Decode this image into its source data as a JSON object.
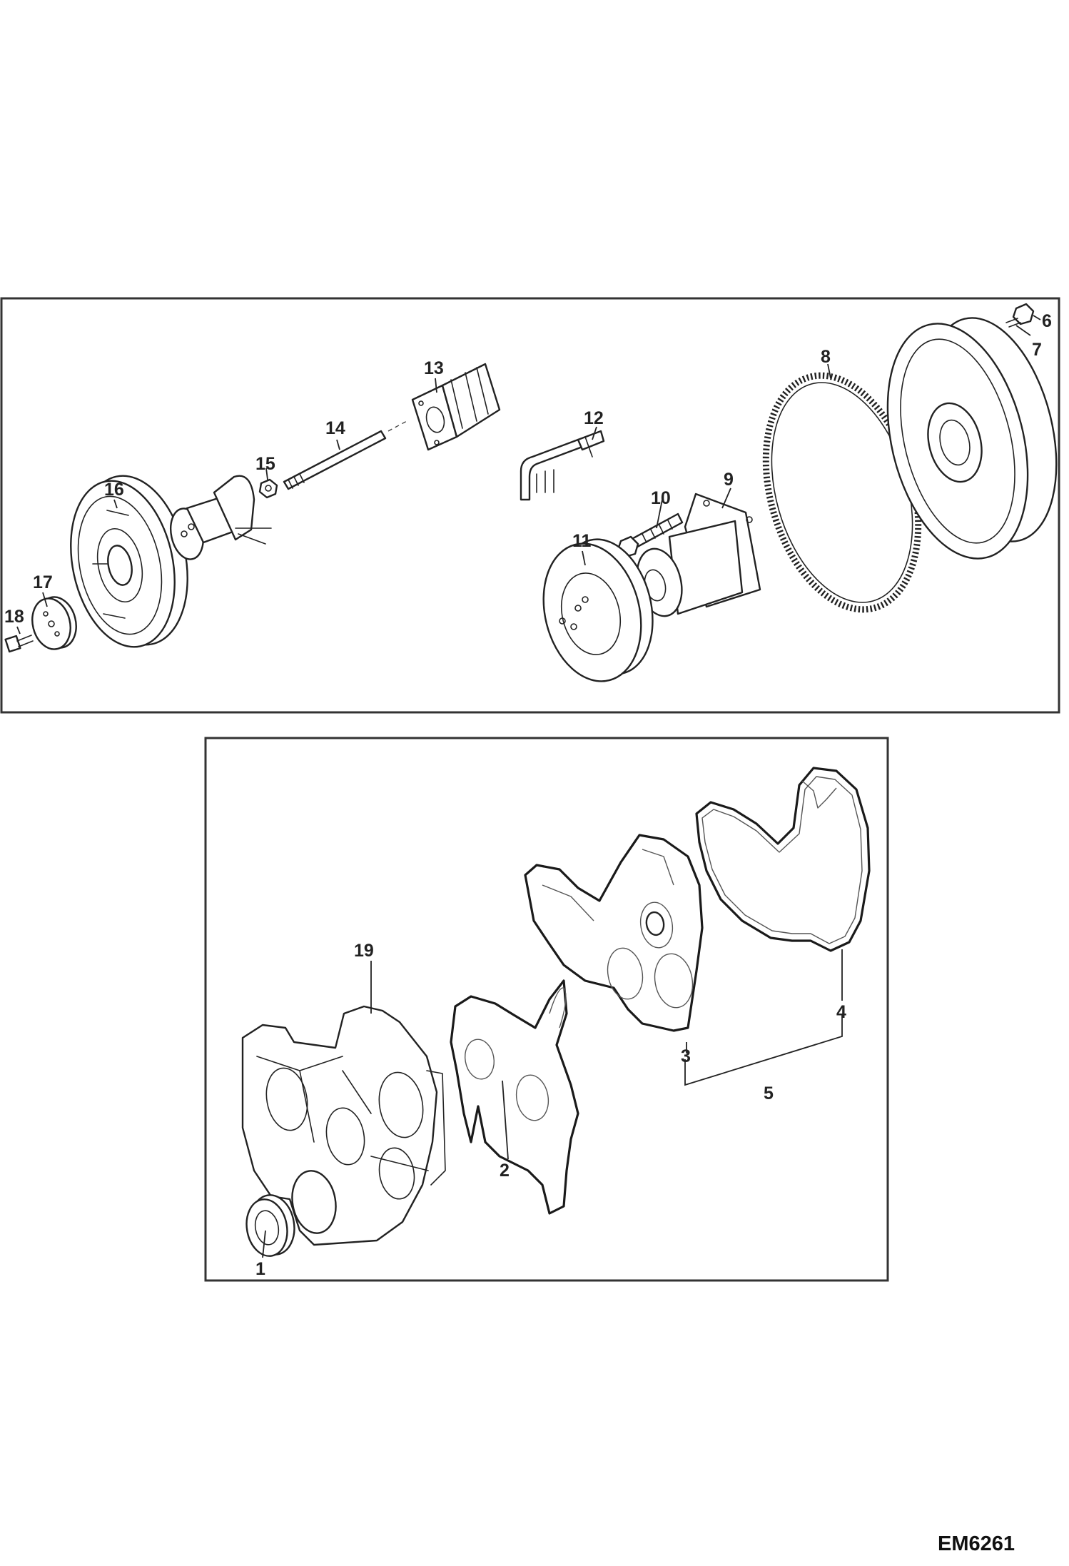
{
  "callouts": {
    "c1": "1",
    "c2": "2",
    "c3": "3",
    "c4": "4",
    "c5": "5",
    "c6": "6",
    "c7": "7",
    "c8": "8",
    "c9": "9",
    "c10": "10",
    "c11": "11",
    "c12": "12",
    "c13": "13",
    "c14": "14",
    "c15": "15",
    "c16": "16",
    "c17": "17",
    "c18": "18",
    "c19": "19"
  },
  "drawing_code": "EM6261"
}
